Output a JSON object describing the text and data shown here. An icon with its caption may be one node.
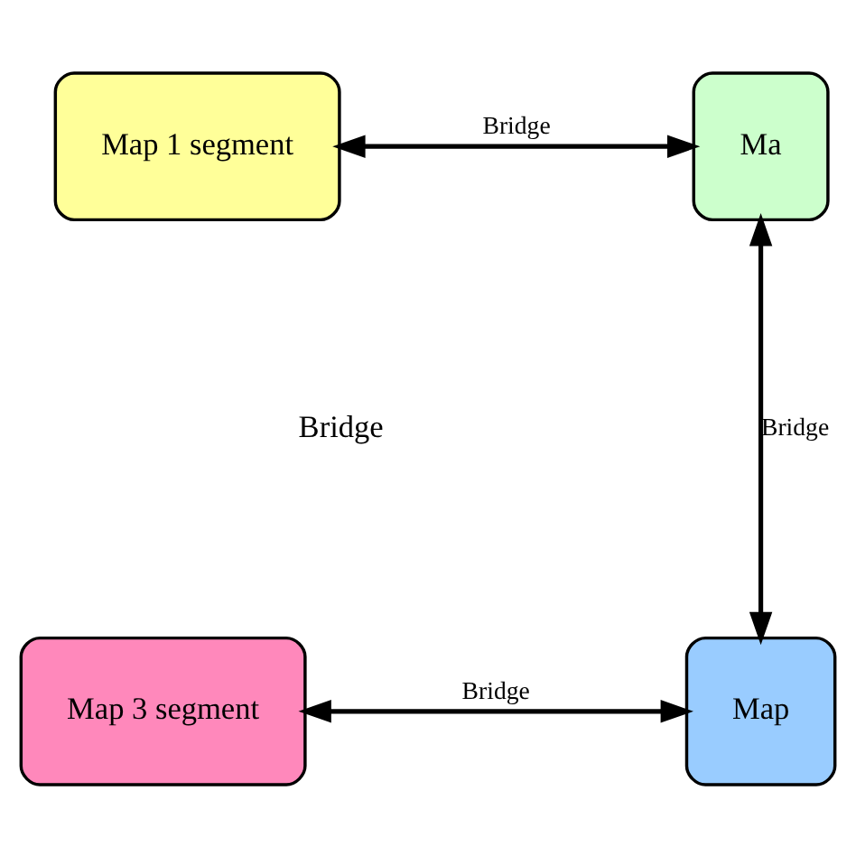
{
  "diagram": {
    "nodes": [
      {
        "text": [
          "Map 1 segment"
        ]
      },
      {
        "text": [
          "Ma"
        ]
      },
      {
        "text": [
          "Map 3 segment"
        ]
      },
      {
        "text": [
          "Map"
        ]
      }
    ],
    "edges": [
      {
        "from": 0,
        "to": 1,
        "arrow": "both",
        "label": "Bridge"
      },
      {
        "from": 1,
        "to": 3,
        "arrow": "both",
        "label": "Bridge"
      },
      {
        "from": 2,
        "to": 3,
        "arrow": "both",
        "label": "Bridge"
      }
    ],
    "labels": [
      "Bridge"
    ]
  }
}
